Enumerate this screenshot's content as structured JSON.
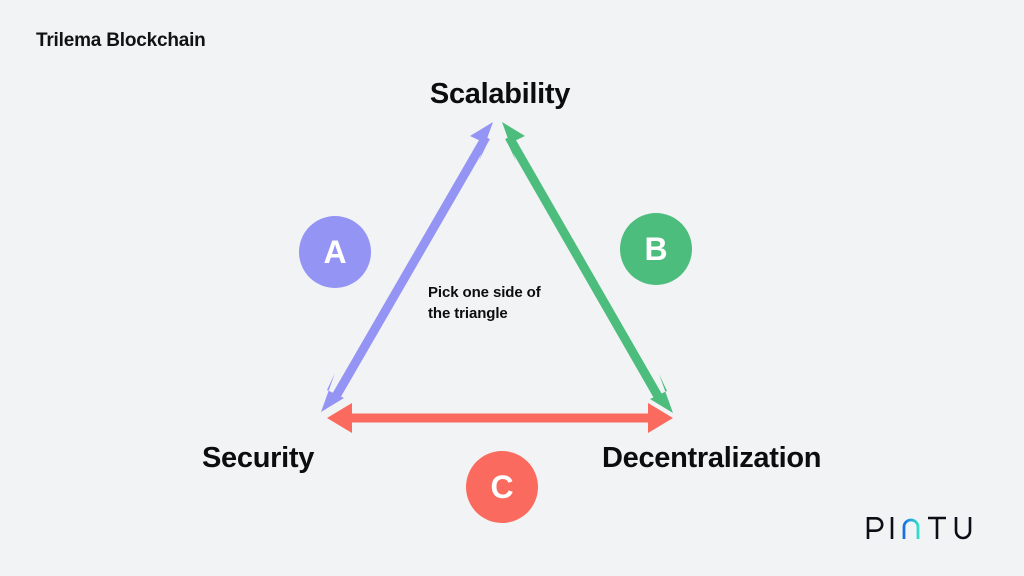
{
  "page": {
    "title": "Trilema Blockchain",
    "background_color": "#f2f3f5",
    "text_color": "#0d0d0d"
  },
  "diagram": {
    "center_note_line1": "Pick one side of",
    "center_note_line2": "the triangle",
    "vertices": [
      {
        "id": "scalability",
        "label": "Scalability",
        "position": "top"
      },
      {
        "id": "security",
        "label": "Security",
        "position": "bottom-left"
      },
      {
        "id": "decentralization",
        "label": "Decentralization",
        "position": "bottom-right"
      }
    ],
    "edges": [
      {
        "id": "a",
        "badge": "A",
        "color": "#9494f5",
        "connects": [
          "Security",
          "Scalability"
        ],
        "style": "double-headed-arrow"
      },
      {
        "id": "b",
        "badge": "B",
        "color": "#4cbd7d",
        "connects": [
          "Scalability",
          "Decentralization"
        ],
        "style": "double-headed-arrow"
      },
      {
        "id": "c",
        "badge": "C",
        "color": "#fa6a5e",
        "connects": [
          "Security",
          "Decentralization"
        ],
        "style": "double-headed-arrow"
      }
    ]
  },
  "logo": {
    "name": "PINTU",
    "letters": [
      "P",
      "I",
      "N",
      "T",
      "U"
    ],
    "wordmark_color": "#0d0d17",
    "accent_gradient_from": "#1d6fe0",
    "accent_gradient_to": "#2ee0cc"
  }
}
